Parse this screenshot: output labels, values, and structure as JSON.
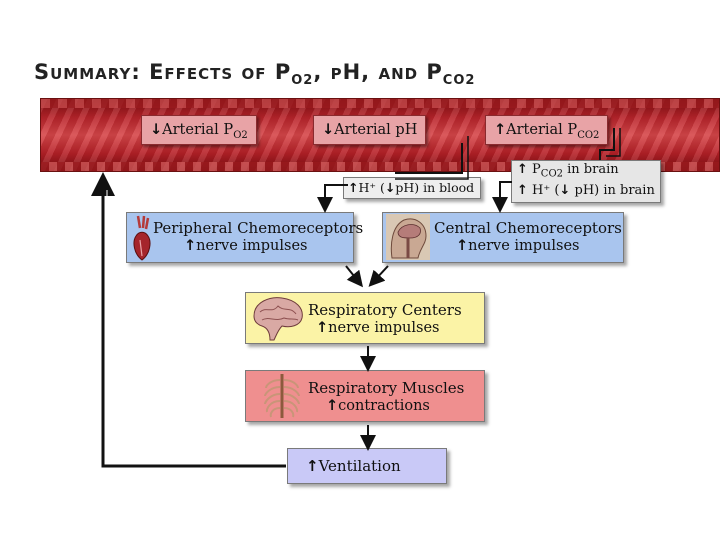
{
  "title": {
    "main": "Summary: Effects of P",
    "o2": "O2",
    "mid": ", pH, and P",
    "co2": "CO2"
  },
  "vessel": {
    "arterial_po2": {
      "arrow": "↓",
      "text": "Arterial P",
      "sub": "O2"
    },
    "arterial_ph": {
      "arrow": "↓",
      "text": "Arterial pH"
    },
    "arterial_pco2": {
      "arrow": "↑",
      "text": "Arterial P",
      "sub": "CO2"
    }
  },
  "blood_box": {
    "a1": "↑",
    "t1": "H⁺ (",
    "a2": "↓",
    "t2": "pH) in blood"
  },
  "brain_box": {
    "line1": {
      "arrow": "↑",
      "text": "P",
      "sub": "CO2",
      "tail": " in brain"
    },
    "line2": {
      "a1": "↑",
      "t1": "H⁺  (",
      "a2": "↓",
      "t2": "pH) in brain"
    }
  },
  "peripheral": {
    "title": "Peripheral Chemoreceptors",
    "arrow": "↑",
    "text": "nerve impulses"
  },
  "central": {
    "title": "Central Chemoreceptors",
    "arrow": "↑",
    "text": "nerve impulses"
  },
  "centers": {
    "title": "Respiratory Centers",
    "arrow": "↑",
    "text": "nerve impulses"
  },
  "muscles": {
    "title": "Respiratory Muscles",
    "arrow": "↑",
    "text": "contractions"
  },
  "ventilation": {
    "arrow": "↑",
    "text": "Ventilation"
  },
  "colors": {
    "vessel": "#b8232a",
    "label": "#e8a3a6",
    "chemoreceptor": "#a9c5ee",
    "centers": "#fbf3a6",
    "muscles": "#ef8f8f",
    "ventilation": "#c9c9f7",
    "brain_box": "#e6e6e6"
  }
}
